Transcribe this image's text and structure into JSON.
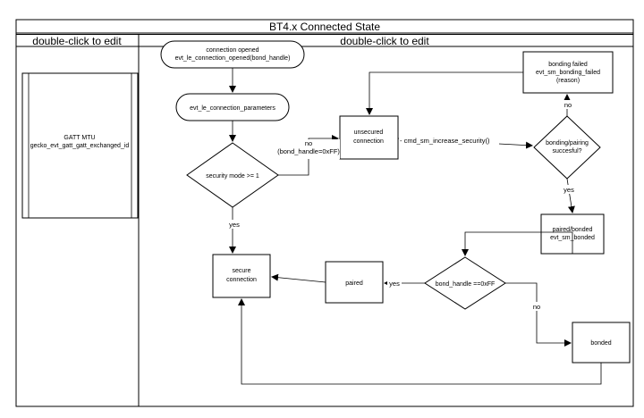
{
  "pool_title": "BT4.x Connected State",
  "lanes": [
    {
      "title": "double-click to edit"
    },
    {
      "title": "double-click to edit"
    }
  ],
  "nodes": {
    "gatt_mtu": {
      "lines": [
        "GATT MTU",
        "gecko_evt_gatt_gatt_exchanged_id"
      ]
    },
    "conn_opened": {
      "lines": [
        "connection opened",
        "evt_le_connection_opened(bond_handle)"
      ]
    },
    "conn_params": {
      "lines": [
        "evt_le_connection_parameters"
      ]
    },
    "security_mode": {
      "lines": [
        "security mode >= 1"
      ]
    },
    "unsecured": {
      "lines": [
        "unsecured",
        "connection"
      ]
    },
    "bonding_failed": {
      "lines": [
        "bonding failed",
        "evt_sm_bonding_failed",
        "(reason)"
      ]
    },
    "pairing_successful": {
      "lines": [
        "bonding/pairing",
        "succesful?"
      ]
    },
    "paired_bonded": {
      "lines": [
        "paired/bonded",
        "evt_sm_bonded"
      ]
    },
    "bond_handle_check": {
      "lines": [
        "bond_handle ==0xFF"
      ]
    },
    "paired": {
      "lines": [
        "paired"
      ]
    },
    "secure": {
      "lines": [
        "secure",
        "connection"
      ]
    },
    "bonded": {
      "lines": [
        "bonded"
      ]
    }
  },
  "edge_labels": {
    "no_bond_handle": [
      "no",
      "(bond_handle=0xFF)"
    ],
    "increase_security": "- cmd_sm_increase_security()",
    "no_failed": "no",
    "yes_success": "yes",
    "yes_secure": "yes",
    "yes_paired": "yes",
    "no_bonded": "no"
  }
}
